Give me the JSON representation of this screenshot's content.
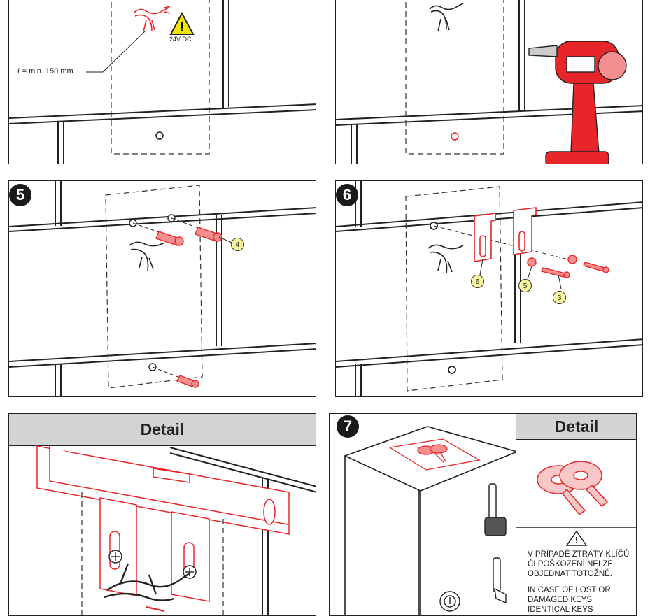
{
  "panel_top_left": {
    "voltage_label": "24V DC",
    "length_label": "ℓ = min. 150 mm"
  },
  "panel_5": {
    "step": "5",
    "callout": "4"
  },
  "panel_6": {
    "step": "6",
    "callouts": [
      "6",
      "5",
      "3"
    ]
  },
  "panel_detail_bottom_left": {
    "title": "Detail"
  },
  "panel_7": {
    "step": "7",
    "detail_title": "Detail",
    "warning_cz": [
      "V PŘÍPADĚ ZTRÁTY KLÍČŮ",
      "ČI POŠKOZENÍ NELZE",
      "OBJEDNAT TOTOŽNÉ."
    ],
    "warning_en": [
      "IN CASE OF LOST OR",
      "DAMAGED KEYS",
      "IDENTICAL KEYS"
    ]
  },
  "colors": {
    "accent_red": "#e8262a",
    "callout_yellow": "#f7f3a1",
    "header_gray": "#d3d3d3"
  },
  "icons": [
    "warning-triangle-icon",
    "drill-icon",
    "key-icon",
    "wire-icon",
    "dowel-icon",
    "screw-icon",
    "washer-icon"
  ]
}
